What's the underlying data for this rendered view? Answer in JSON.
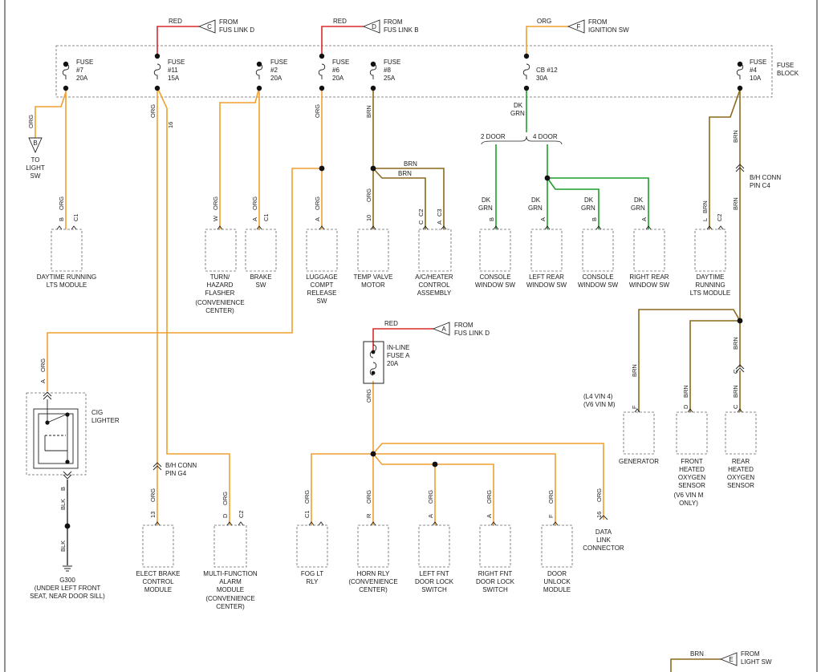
{
  "sources": {
    "fus_link_d_top": {
      "wire": "RED",
      "pin": "C",
      "label": [
        "FROM",
        "FUS LINK D"
      ]
    },
    "fus_link_b": {
      "wire": "RED",
      "pin": "D",
      "label": [
        "FROM",
        "FUS LINK B"
      ]
    },
    "ignition_sw": {
      "wire": "ORG",
      "pin": "F",
      "label": [
        "FROM",
        "IGNITION SW"
      ]
    },
    "fus_link_d_mid": {
      "wire": "RED",
      "pin": "A",
      "label": [
        "FROM",
        "FUS LINK D"
      ]
    },
    "light_sw": {
      "wire": "BRN",
      "pin": "E",
      "label": [
        "FROM",
        "LIGHT SW"
      ]
    }
  },
  "fuse_block": {
    "label": [
      "FUSE",
      "BLOCK"
    ]
  },
  "fuses": [
    {
      "name": "FUSE",
      "num": "#7",
      "amps": "20A"
    },
    {
      "name": "FUSE",
      "num": "#11",
      "amps": "15A"
    },
    {
      "name": "FUSE",
      "num": "#2",
      "amps": "20A"
    },
    {
      "name": "FUSE",
      "num": "#6",
      "amps": "20A"
    },
    {
      "name": "FUSE",
      "num": "#8",
      "amps": "25A"
    },
    {
      "name": "CB #12",
      "num": "",
      "amps": "30A"
    },
    {
      "name": "FUSE",
      "num": "#4",
      "amps": "10A"
    }
  ],
  "inline_fuse": {
    "label": [
      "IN-LINE",
      "FUSE A",
      "20A"
    ]
  },
  "to_light_sw": {
    "pin": "B",
    "label": [
      "TO",
      "LIGHT",
      "SW"
    ]
  },
  "wire_labels": {
    "red": "RED",
    "org": "ORG",
    "brn": "BRN",
    "blk": "BLK",
    "dk": "DK",
    "grn": "GRN",
    "two_door": "2 DOOR",
    "four_door": "4 DOOR"
  },
  "pins": {
    "b": "B",
    "c1": "C1",
    "w": "W",
    "a": "A",
    "c2": "C2",
    "c3": "C3",
    "c": "C",
    "d": "D",
    "f": "F",
    "l": "L",
    "r": "R",
    "ten": "10",
    "thirteen": "13",
    "sixteen": "16"
  },
  "connectors": {
    "bh_c4": [
      "B/H CONN",
      "PIN C4"
    ],
    "bh_g4": [
      "B/H CONN",
      "PIN G4"
    ]
  },
  "components": {
    "drl_module_left": [
      "DAYTIME RUNNING",
      "LTS MODULE"
    ],
    "turn_hazard": [
      "TURN/",
      "HAZARD",
      "FLASHER",
      "(CONVENIENCE",
      "CENTER)"
    ],
    "brake_sw": [
      "BRAKE",
      "SW"
    ],
    "luggage": [
      "LUGGAGE",
      "COMPT",
      "RELEASE",
      "SW"
    ],
    "temp_valve": [
      "TEMP VALVE",
      "MOTOR"
    ],
    "ac_heater": [
      "A/C/HEATER",
      "CONTROL",
      "ASSEMBLY"
    ],
    "console_sw_1": [
      "CONSOLE",
      "WINDOW SW"
    ],
    "left_rear": [
      "LEFT REAR",
      "WINDOW SW"
    ],
    "console_sw_2": [
      "CONSOLE",
      "WINDOW SW"
    ],
    "right_rear": [
      "RIGHT REAR",
      "WINDOW SW"
    ],
    "drl_module_right": [
      "DAYTIME",
      "RUNNING",
      "LTS MODULE"
    ],
    "cig_lighter": [
      "CIG",
      "LIGHTER"
    ],
    "generator": [
      "GENERATOR"
    ],
    "generator_note": [
      "(L4 VIN 4)",
      "(V6 VIN M)"
    ],
    "front_o2": [
      "FRONT",
      "HEATED",
      "OXYGEN",
      "SENSOR",
      "(V6 VIN M",
      "ONLY)"
    ],
    "rear_o2": [
      "REAR",
      "HEATED",
      "OXYGEN",
      "SENSOR"
    ],
    "elect_brake": [
      "ELECT BRAKE",
      "CONTROL",
      "MODULE"
    ],
    "mfa": [
      "MULTI-FUNCTION",
      "ALARM",
      "MODULE",
      "(CONVENIENCE",
      "CENTER)"
    ],
    "fog_lt": [
      "FOG LT",
      "RLY"
    ],
    "horn": [
      "HORN RLY",
      "(CONVENIENCE",
      "CENTER)"
    ],
    "lf_lock": [
      "LEFT FNT",
      "DOOR LOCK",
      "SWITCH"
    ],
    "rf_lock": [
      "RIGHT FNT",
      "DOOR LOCK",
      "SWITCH"
    ],
    "door_unlock": [
      "DOOR",
      "UNLOCK",
      "MODULE"
    ],
    "dlc": [
      "DATA",
      "LINK",
      "CONNECTOR"
    ],
    "ground": [
      "G300",
      "(UNDER LEFT FRONT",
      "SEAT, NEAR DOOR SILL)"
    ]
  },
  "colors": {
    "red": "#d92b2b",
    "org": "#f0a030",
    "brn": "#8a6a1c",
    "grn": "#1e9e2a",
    "blk": "#444444"
  }
}
